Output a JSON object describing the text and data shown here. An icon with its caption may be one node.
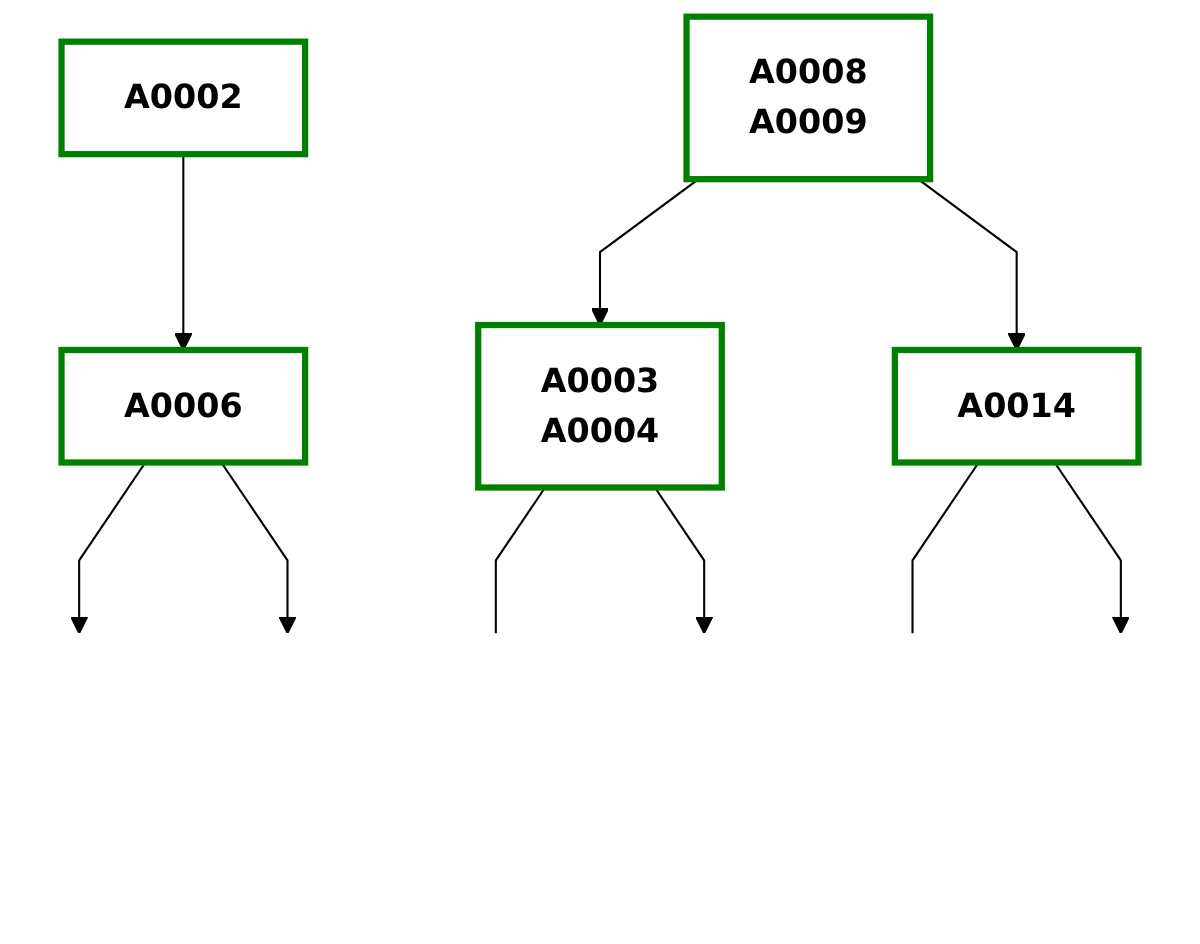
{
  "diagram": {
    "nodes": [
      {
        "text": [
          "A0002"
        ]
      },
      {
        "text": [
          "A0008",
          "A0009"
        ]
      },
      {
        "text": [
          "A0006"
        ]
      },
      {
        "text": [
          "A0003",
          "A0004"
        ]
      },
      {
        "text": [
          "A0014"
        ]
      }
    ],
    "edges": [
      {
        "from": 0,
        "to": 2,
        "arrow": "to"
      },
      {
        "from": 1,
        "to": 3,
        "arrow": "to"
      },
      {
        "from": 1,
        "to": 4,
        "arrow": "to"
      },
      {
        "from": 2,
        "to": null,
        "arrow": "to"
      },
      {
        "from": 2,
        "to": null,
        "arrow": "to"
      },
      {
        "from": 3,
        "to": null,
        "arrow": "none"
      },
      {
        "from": 3,
        "to": null,
        "arrow": "to"
      },
      {
        "from": 4,
        "to": null,
        "arrow": "none"
      },
      {
        "from": 4,
        "to": null,
        "arrow": "to"
      }
    ]
  }
}
